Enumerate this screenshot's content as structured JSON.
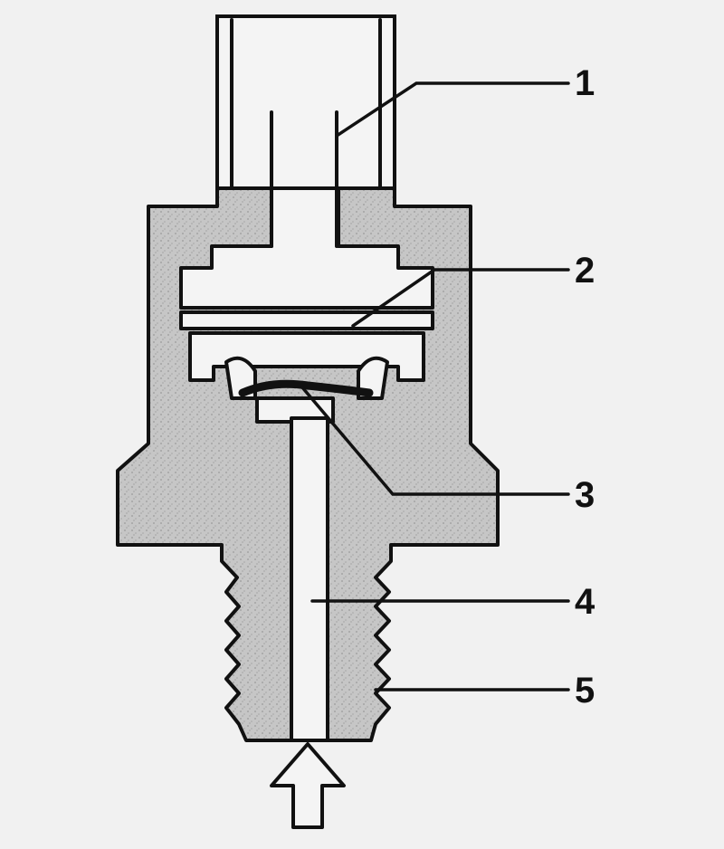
{
  "diagram": {
    "callouts": [
      {
        "id": "1",
        "label": "1"
      },
      {
        "id": "2",
        "label": "2"
      },
      {
        "id": "3",
        "label": "3"
      },
      {
        "id": "4",
        "label": "4"
      },
      {
        "id": "5",
        "label": "5"
      }
    ]
  },
  "colors": {
    "background": "#f1f1f1",
    "housing": "#c4c4c4",
    "outline": "#111111"
  }
}
